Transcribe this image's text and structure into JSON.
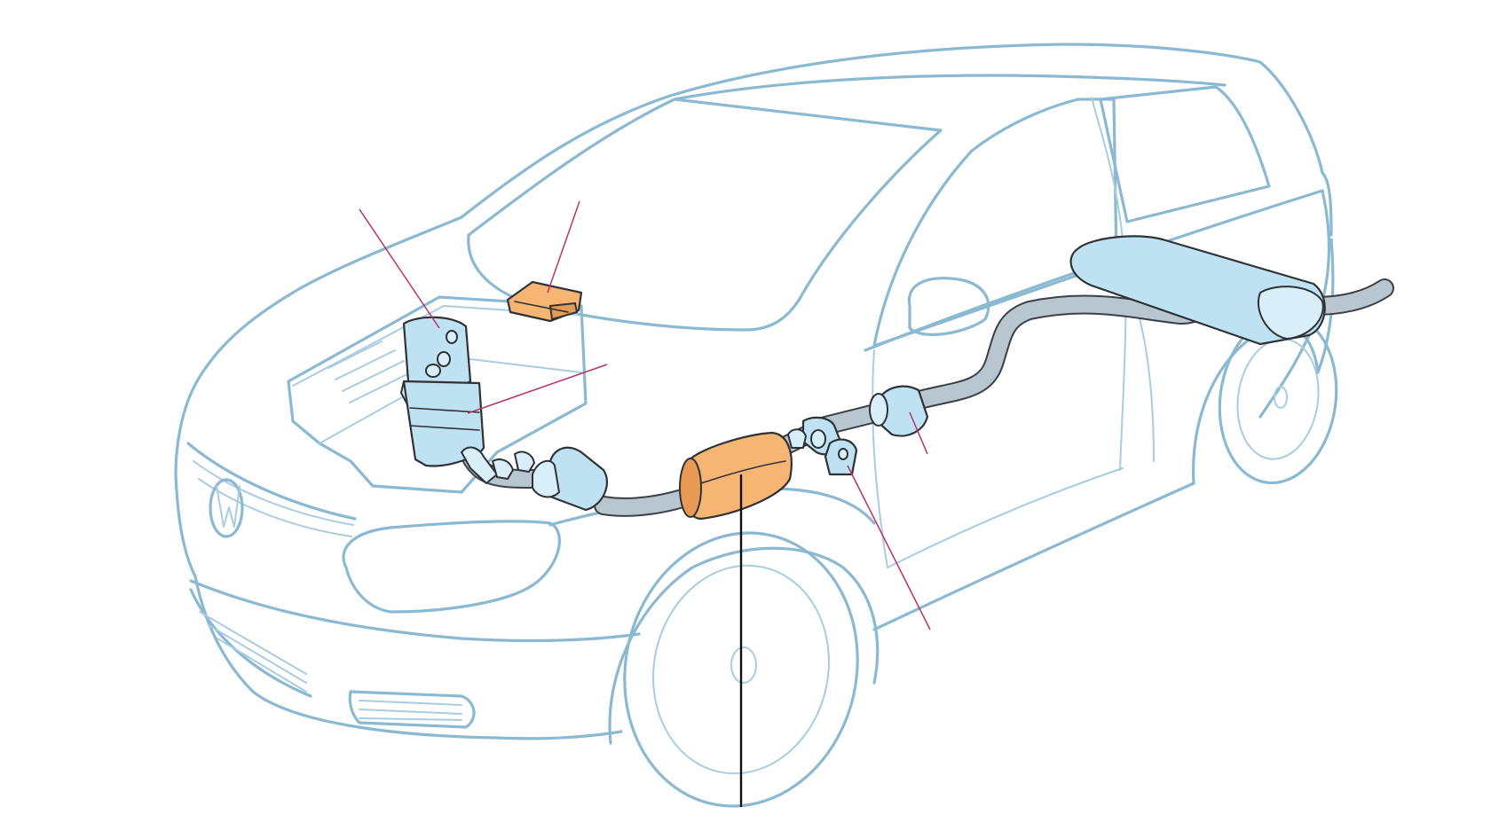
{
  "diagram": {
    "subject": "car-exhaust-system",
    "colors": {
      "car_outline": "#8ab9d1",
      "component_blue": "#bfe2f2",
      "component_orange": "#f7b574",
      "pipe": "#b7c6cf",
      "leader_magenta": "#b8336a",
      "leader_main": "#111111"
    },
    "components": [
      {
        "id": "engine-intake-unit",
        "color": "blue"
      },
      {
        "id": "control-module",
        "color": "orange"
      },
      {
        "id": "engine-block",
        "color": "blue"
      },
      {
        "id": "front-muffler",
        "color": "blue"
      },
      {
        "id": "catalytic-converter",
        "color": "orange",
        "highlighted": true
      },
      {
        "id": "sensor-clamp",
        "color": "blue"
      },
      {
        "id": "middle-muffler",
        "color": "blue"
      },
      {
        "id": "rear-muffler",
        "color": "blue"
      }
    ],
    "leader_lines": [
      {
        "target": "engine-intake-unit",
        "color": "magenta"
      },
      {
        "target": "control-module",
        "color": "magenta"
      },
      {
        "target": "engine-block",
        "color": "magenta"
      },
      {
        "target": "catalytic-converter",
        "color": "black"
      },
      {
        "target": "sensor-clamp",
        "color": "magenta"
      },
      {
        "target": "middle-muffler",
        "color": "magenta"
      }
    ]
  }
}
